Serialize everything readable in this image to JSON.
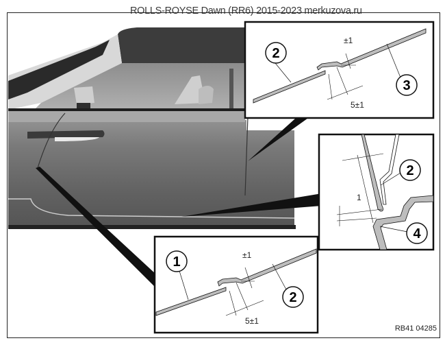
{
  "watermark": "ROLLS-ROYSE Dawn (RR6) 2015-2023 merkuzova.ru",
  "figure_ref": "RB41 04285",
  "detail_top": {
    "callouts": [
      "2",
      "3"
    ],
    "tolerance_vertical": "±1",
    "overlap_dimension": "5±1"
  },
  "detail_right": {
    "callouts": [
      "2",
      "4"
    ],
    "gap_dimension": "1"
  },
  "detail_bottom": {
    "callouts": [
      "1",
      "2"
    ],
    "tolerance_vertical": "±1",
    "overlap_dimension": "5±1"
  },
  "colors": {
    "car_body": "#6e6e6e",
    "seal_fill": "#bdbdbd",
    "line": "#111111"
  }
}
